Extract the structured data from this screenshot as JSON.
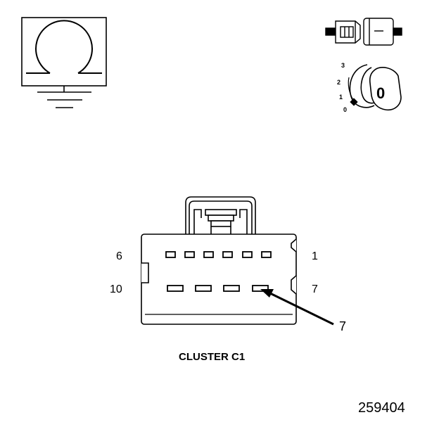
{
  "ignition_key_icon": {
    "positions": [
      "3",
      "2",
      "1",
      "0"
    ],
    "key_head_label": "0"
  },
  "connector": {
    "pin_labels": {
      "top_left": "6",
      "top_right": "1",
      "bottom_left": "10",
      "bottom_right": "7"
    },
    "callout_label": "7",
    "title": "CLUSTER C1"
  },
  "figure_number": "259404"
}
